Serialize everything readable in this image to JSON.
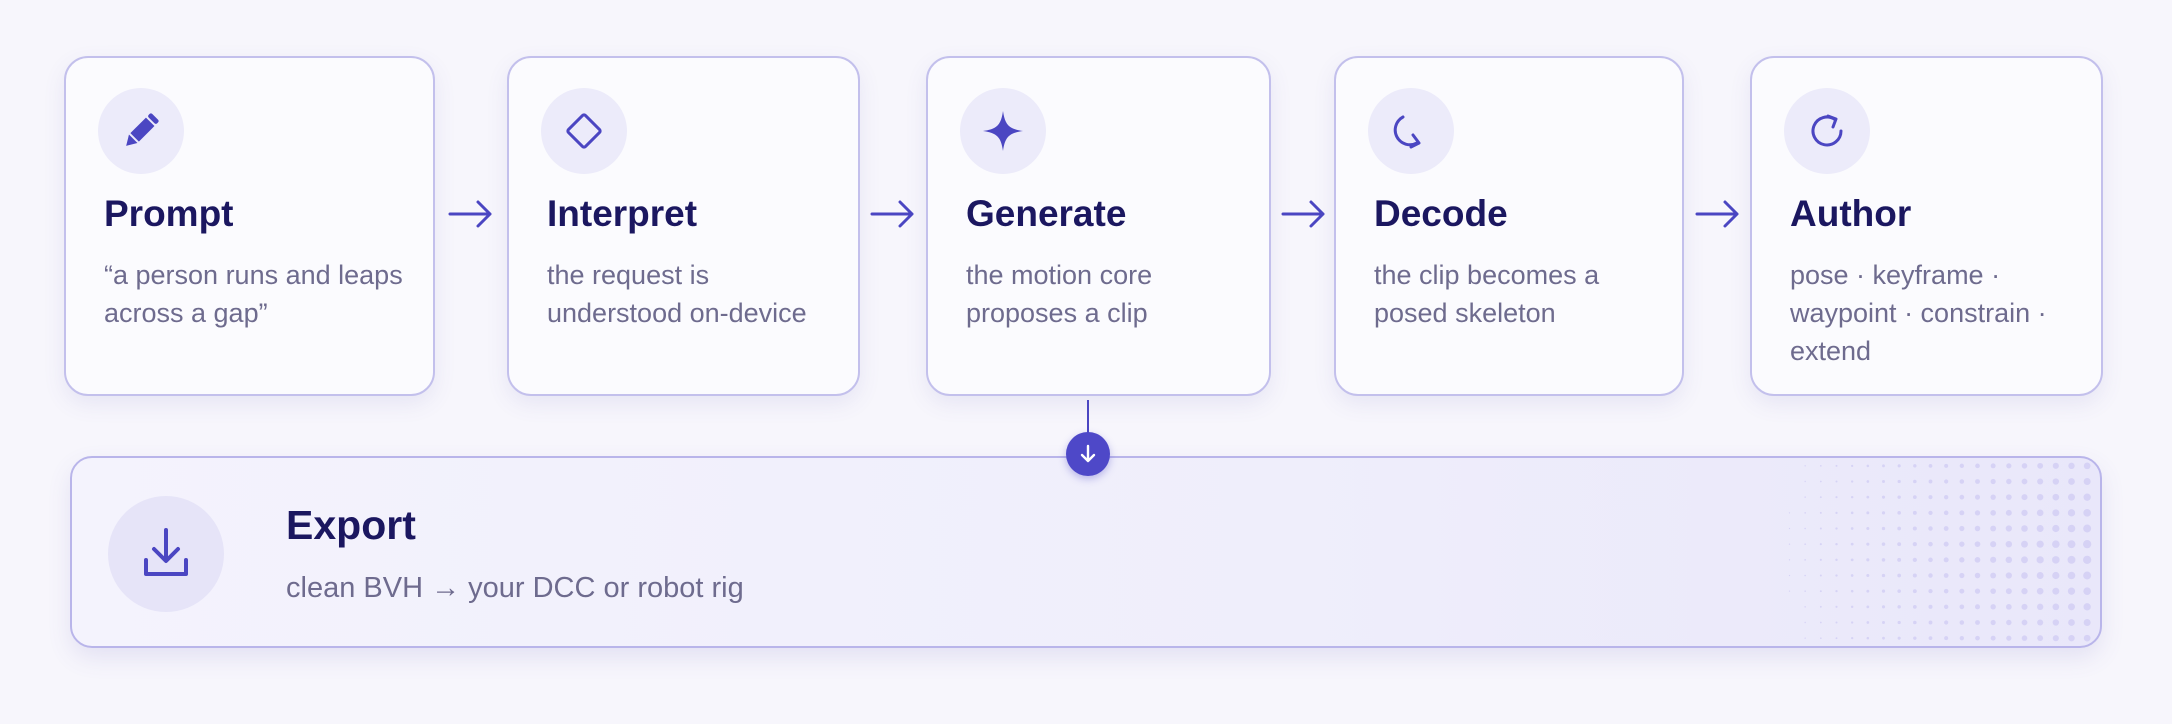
{
  "steps": [
    {
      "title": "Prompt",
      "desc": "“a person runs and leaps across a gap”",
      "icon": "pencil-icon"
    },
    {
      "title": "Interpret",
      "desc": "the request is understood on-device",
      "icon": "diamond-icon"
    },
    {
      "title": "Generate",
      "desc": "the motion core proposes a clip",
      "icon": "sparkle-icon"
    },
    {
      "title": "Decode",
      "desc": "the clip becomes a posed skeleton",
      "icon": "curve-arrow-icon"
    },
    {
      "title": "Author",
      "desc": "pose · keyframe · waypoint · constrain · extend",
      "icon": "refresh-icon"
    }
  ],
  "export": {
    "title": "Export",
    "desc": "clean BVH → your DCC or robot rig",
    "icon": "download-icon"
  },
  "colors": {
    "accent": "#4b46c2",
    "title": "#1b1760",
    "text": "#6e6b8e",
    "border": "#c3c0ec"
  }
}
